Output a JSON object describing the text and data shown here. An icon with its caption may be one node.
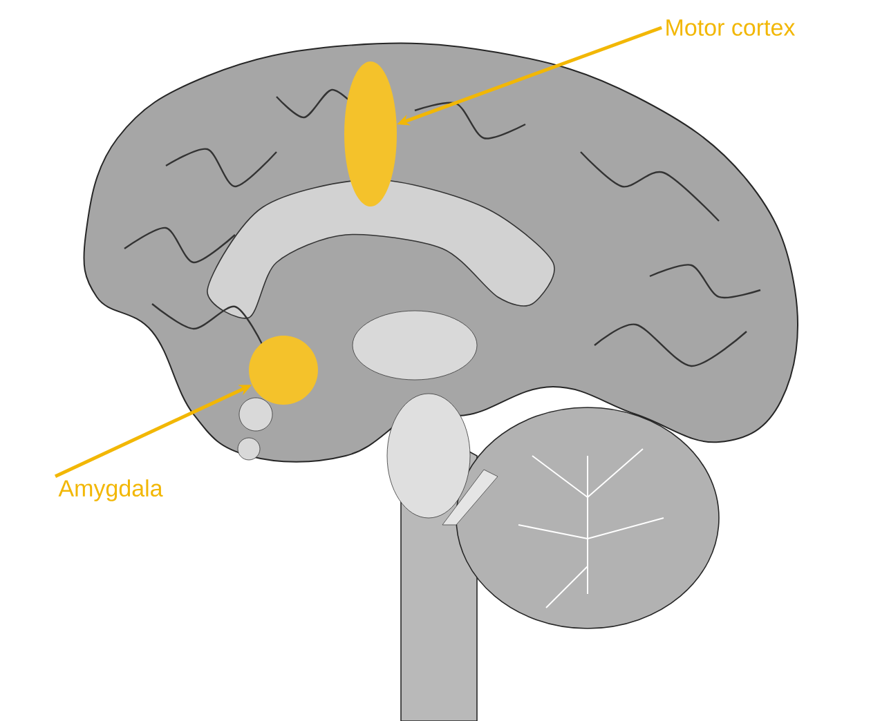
{
  "diagram": {
    "nodes": [
      {
        "text": [
          "Motor cortex"
        ]
      },
      {
        "text": [],
        "shape": "ellipse"
      },
      {
        "text": [
          "Amygdala"
        ]
      },
      {
        "text": [],
        "shape": "circle"
      }
    ],
    "edges": [
      {
        "from": 0,
        "to": 1,
        "arrow": "to"
      },
      {
        "from": 2,
        "to": 3,
        "arrow": "to"
      }
    ]
  }
}
